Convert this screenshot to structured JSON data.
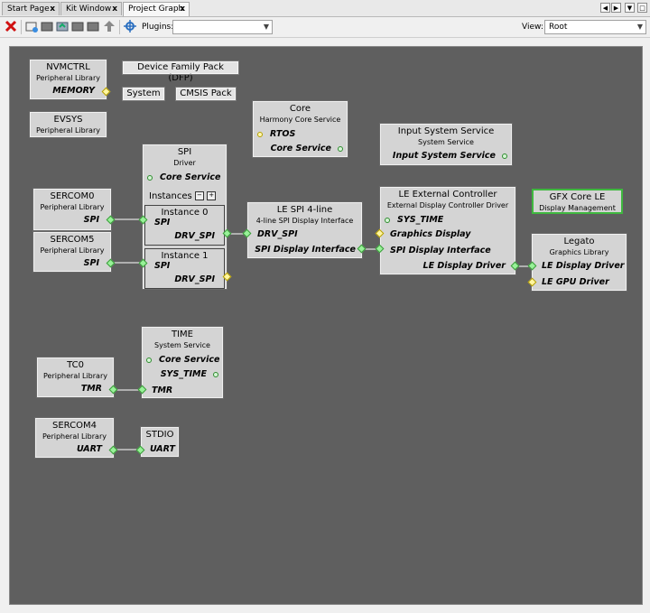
{
  "tabs": [
    {
      "label": "Start Page",
      "close": "x"
    },
    {
      "label": "Kit Window",
      "close": "x"
    },
    {
      "label": "Project Graph",
      "close": "x",
      "active": true
    }
  ],
  "toolbar": {
    "plugins_label": "Plugins:",
    "plugins_value": "",
    "view_label": "View:",
    "view_value": "Root",
    "icons": [
      "delete-icon",
      "new-component-icon",
      "save-icon",
      "load-icon",
      "export-icon",
      "clear-icon",
      "up-arrow-icon",
      "settings-icon"
    ]
  },
  "nodes": {
    "nvmctrl": {
      "title": "NVMCTRL",
      "sub": "Peripheral Library",
      "port": "MEMORY"
    },
    "dfp": {
      "title": "Device Family Pack (DFP)"
    },
    "system": {
      "title": "System"
    },
    "cmsis": {
      "title": "CMSIS Pack"
    },
    "evsys": {
      "title": "EVSYS",
      "sub": "Peripheral Library"
    },
    "core": {
      "title": "Core",
      "sub": "Harmony Core Service",
      "p1": "RTOS",
      "p2": "Core Service"
    },
    "input": {
      "title": "Input System Service",
      "sub": "System Service",
      "p1": "Input System Service"
    },
    "spi": {
      "title": "SPI",
      "sub": "Driver",
      "p1": "Core Service",
      "instances": "Instances",
      "inst0": "Instance 0",
      "inst0_spi": "SPI",
      "inst0_drv": "DRV_SPI",
      "inst1": "Instance 1",
      "inst1_spi": "SPI",
      "inst1_drv": "DRV_SPI",
      "minus": "−",
      "plus": "+"
    },
    "sercom0": {
      "title": "SERCOM0",
      "sub": "Peripheral Library",
      "port": "SPI"
    },
    "sercom5": {
      "title": "SERCOM5",
      "sub": "Peripheral Library",
      "port": "SPI"
    },
    "lespi": {
      "title": "LE SPI 4-line",
      "sub": "4-line SPI Display Interface",
      "p1": "DRV_SPI",
      "p2": "SPI Display Interface"
    },
    "lext": {
      "title": "LE External Controller",
      "sub": "External Display Controller Driver",
      "p1": "SYS_TIME",
      "p2": "Graphics Display",
      "p3": "SPI Display Interface",
      "p4": "LE Display Driver"
    },
    "gfx": {
      "title": "GFX Core LE",
      "sub": "Display Management"
    },
    "legato": {
      "title": "Legato",
      "sub": "Graphics Library",
      "p1": "LE Display Driver",
      "p2": "LE GPU Driver"
    },
    "time": {
      "title": "TIME",
      "sub": "System Service",
      "p1": "Core Service",
      "p2": "SYS_TIME",
      "p3": "TMR"
    },
    "tc0": {
      "title": "TC0",
      "sub": "Peripheral Library",
      "port": "TMR"
    },
    "sercom4": {
      "title": "SERCOM4",
      "sub": "Peripheral Library",
      "port": "UART"
    },
    "stdio": {
      "title": "STDIO",
      "port": "UART"
    }
  },
  "colors": {
    "canvas": "#5f5f5f",
    "node": "#d4d4d4",
    "green_port": "#98f198",
    "yellow_port": "#fff6a0",
    "gfx_border": "#3fb83f"
  }
}
